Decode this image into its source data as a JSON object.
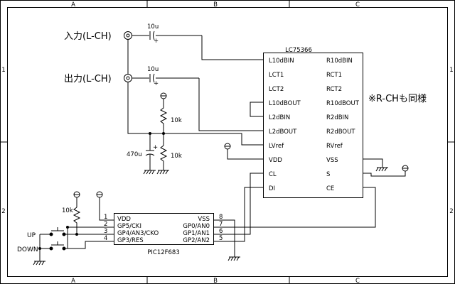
{
  "frame": {
    "top_cols": [
      "A",
      "B",
      "C"
    ],
    "bottom_cols": [
      "A",
      "B",
      "C"
    ],
    "left_rows": [
      "1",
      "2"
    ],
    "right_rows": [
      "1",
      "2"
    ]
  },
  "labels": {
    "input": "入力(L-CH)",
    "output": "出力(L-CH)",
    "note": "※R-CHも同様",
    "up": "UP",
    "down": "DOWN"
  },
  "components": {
    "cap_in": "10u",
    "cap_out": "10u",
    "r_top": "10k",
    "r_bottom": "10k",
    "cap_bulk": "470u",
    "r_pullup": "10k"
  },
  "lc75366": {
    "name": "LC75366",
    "left_pins": [
      "L10dBIN",
      "LCT1",
      "LCT2",
      "L10dBOUT",
      "L2dBIN",
      "L2dBOUT",
      "LVref",
      "VDD",
      "CL",
      "DI"
    ],
    "right_pins": [
      "R10dBIN",
      "RCT1",
      "RCT2",
      "R10dBOUT",
      "R2dBIN",
      "R2dBOUT",
      "RVref",
      "VSS",
      "S",
      "CE"
    ]
  },
  "pic": {
    "name": "PIC12F683",
    "left_pins": [
      "VDD",
      "GP5/CKI",
      "GP4/AN3/CKO",
      "GP3/RES"
    ],
    "left_nums": [
      "1",
      "2",
      "3",
      "4"
    ],
    "right_pins": [
      "VSS",
      "GP0/AN0",
      "GP1/AN1",
      "GP2/AN2"
    ],
    "right_nums": [
      "8",
      "7",
      "6",
      "5"
    ]
  }
}
